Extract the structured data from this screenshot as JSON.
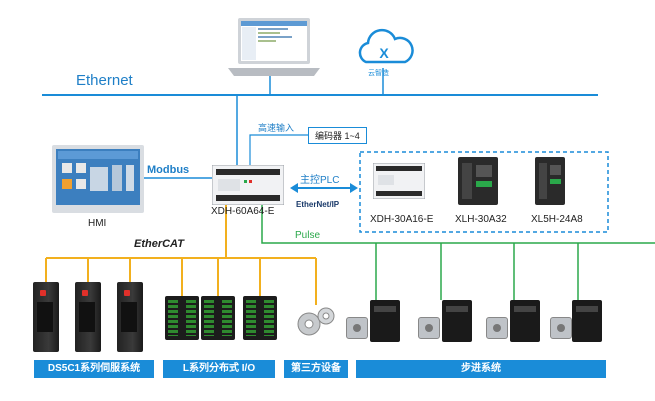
{
  "labels": {
    "ethernet": "Ethernet",
    "modbus": "Modbus",
    "hmi": "HMI",
    "main_plc_model": "XDH-60A64-E",
    "high_speed_input": "高速输入",
    "encoder": "编码器 1~4",
    "master_plc": "主控PLC",
    "ethernet_ip": "EtherNet/IP",
    "ethercat": "EtherCAT",
    "pulse": "Pulse",
    "cloud": "云智造"
  },
  "slave_plcs": [
    {
      "model": "XDH-30A16-E"
    },
    {
      "model": "XLH-30A32"
    },
    {
      "model": "XL5H-24A8"
    }
  ],
  "bottom_bars": [
    {
      "label": "DS5C1系列伺服系统"
    },
    {
      "label": "L系列分布式 I/O"
    },
    {
      "label": "第三方设备"
    },
    {
      "label": "步进系统"
    }
  ],
  "colors": {
    "ethernet_line": "#1a8cd8",
    "ethercat_line": "#f2b01e",
    "pulse_line": "#2aa84a",
    "bar_blue": "#1a8cd8",
    "label_blue": "#1f7fc7"
  },
  "icons": [
    "laptop-icon",
    "cloud-icon",
    "hmi-panel-icon",
    "gear-icon"
  ]
}
